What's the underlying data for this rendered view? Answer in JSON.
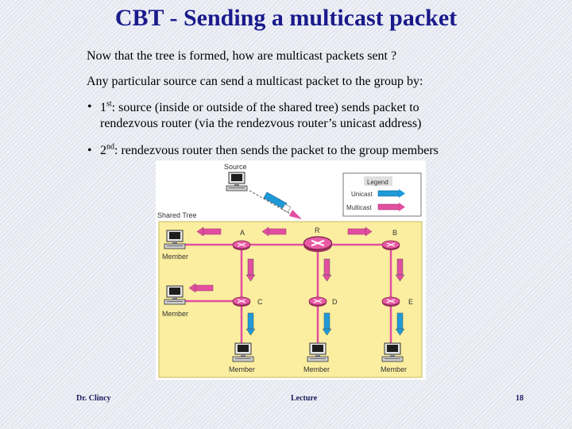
{
  "slide": {
    "title": "CBT - Sending a multicast packet",
    "line1": "Now that the tree is formed, how are multicast packets sent ?",
    "line2": "Any particular source can send a multicast packet to the group by:",
    "bullet_char": "•",
    "bullet1": {
      "prefix": "1",
      "sup": "st",
      "text": ": source (inside or outside of the shared tree) sends packet to rendezvous router (via the rendezvous router’s unicast address)"
    },
    "bullet2": {
      "prefix": "2",
      "sup": "nd",
      "text": ": rendezvous router then sends the packet to the group members"
    }
  },
  "figure": {
    "source_label": "Source",
    "shared_tree_label": "Shared Tree",
    "legend_title": "Legend",
    "legend_unicast": "Unicast",
    "legend_multicast": "Multicast",
    "router_labels": {
      "A": "A",
      "R": "R",
      "B": "B",
      "C": "C",
      "D": "D",
      "E": "E"
    },
    "member_label": "Member",
    "colors": {
      "shared_tree_bg": "#fbeea0",
      "router": "#e85ba4",
      "unicast_arrow": "#1e9ad8",
      "multicast_arrow": "#e24fa0",
      "link": "#e24fa0"
    }
  },
  "footer": {
    "author": "Dr. Clincy",
    "center": "Lecture",
    "page": "18"
  }
}
